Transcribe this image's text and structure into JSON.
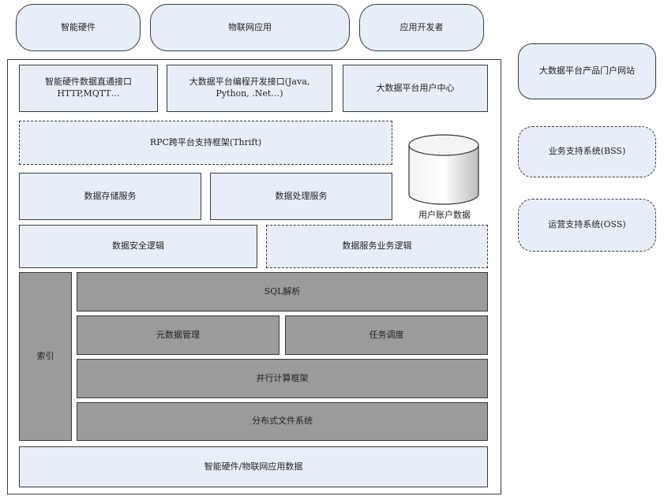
{
  "top": {
    "smart_hw": "智能硬件",
    "iot_app": "物联网应用",
    "developer": "应用开发者"
  },
  "side": {
    "portal": "大数据平台产品门户网站",
    "bss": "业务支持系统(BSS)",
    "oss": "运营支持系统(OSS)"
  },
  "main": {
    "hw_interface": "智能硬件数据直通接口\nHTTP,MQTT…",
    "prog_interface": "大数据平台编程开发接口(Java,\nPython, .Net…)",
    "user_center": "大数据平台用户中心",
    "rpc": "RPC跨平台支持框架(Thrift)",
    "storage_service": "数据存储服务",
    "processing_service": "数据处理服务",
    "user_account_data": "用户账户数据",
    "security_logic": "数据安全逻辑",
    "business_logic": "数据服务业务逻辑",
    "index": "索引",
    "sql": "SQL解析",
    "metadata": "元数据管理",
    "scheduling": "任务调度",
    "parallel": "并行计算框架",
    "dfs": "分布式文件系统",
    "data_source": "智能硬件/物联网应用数据"
  }
}
